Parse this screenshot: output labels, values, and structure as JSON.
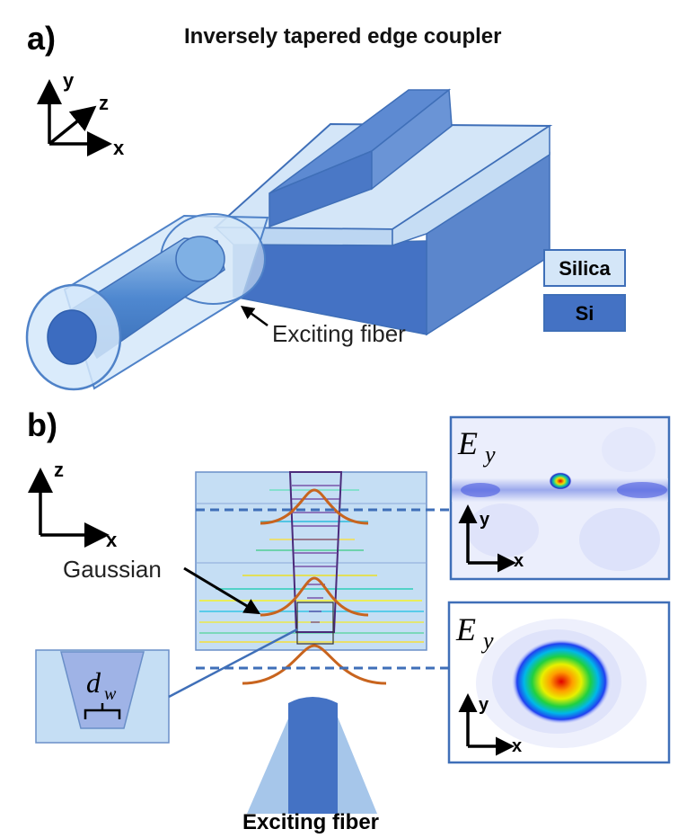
{
  "panel_a": {
    "label": "a)",
    "title": "Inversely tapered edge coupler",
    "axes": {
      "x": "x",
      "y": "y",
      "z": "z"
    },
    "fiber_label": "Exciting fiber",
    "legend": [
      {
        "name": "Silica",
        "color": "#cfe3f7"
      },
      {
        "name": "Si",
        "color": "#4a78c6"
      }
    ]
  },
  "panel_b": {
    "label": "b)",
    "axes": {
      "x": "x",
      "z": "z"
    },
    "gaussian_label": "Gaussian",
    "inset_label_main": "d",
    "inset_label_sub": "w",
    "fiber_label": "Exciting fiber",
    "field_top": {
      "label_main": "E",
      "label_sub": "y",
      "axis_x": "x",
      "axis_y": "y"
    },
    "field_bottom": {
      "label_main": "E",
      "label_sub": "y",
      "axis_x": "x",
      "axis_y": "y"
    }
  },
  "colors": {
    "silica": "#cfe3f7",
    "si": "#4a78c6",
    "outline": "#3f6fb8",
    "gaussian": "#c8641e"
  }
}
